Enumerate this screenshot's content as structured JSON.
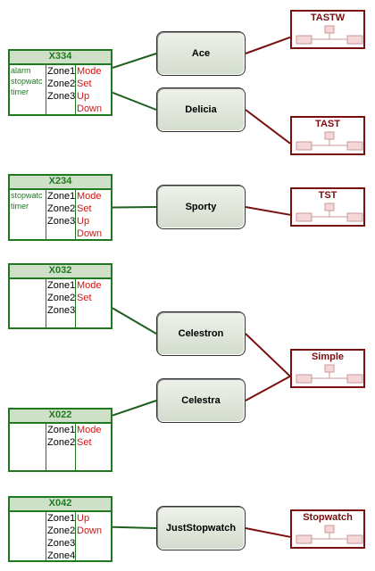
{
  "hardware": [
    {
      "id": "X334",
      "features": [
        "alarm",
        "stopwatc",
        "timer"
      ],
      "zones": [
        "Zone1",
        "Zone2",
        "Zone3"
      ],
      "buttons": [
        "Mode",
        "Set",
        "Up",
        "Down"
      ]
    },
    {
      "id": "X234",
      "features": [
        "stopwatc",
        "timer"
      ],
      "zones": [
        "Zone1",
        "Zone2",
        "Zone3"
      ],
      "buttons": [
        "Mode",
        "Set",
        "Up",
        "Down"
      ]
    },
    {
      "id": "X032",
      "features": [],
      "zones": [
        "Zone1",
        "Zone2",
        "Zone3"
      ],
      "buttons": [
        "Mode",
        "Set"
      ]
    },
    {
      "id": "X022",
      "features": [],
      "zones": [
        "Zone1",
        "Zone2"
      ],
      "buttons": [
        "Mode",
        "Set"
      ]
    },
    {
      "id": "X042",
      "features": [],
      "zones": [
        "Zone1",
        "Zone2",
        "Zone3",
        "Zone4"
      ],
      "buttons": [
        "Up",
        "Down"
      ]
    }
  ],
  "models": [
    "Ace",
    "Delicia",
    "Sporty",
    "Celestron",
    "Celestra",
    "JustStopwatch"
  ],
  "displays": [
    "TASTW",
    "TAST",
    "TST",
    "Simple",
    "Stopwatch"
  ],
  "links": {
    "hardware_to_model": [
      [
        "X334",
        "Ace"
      ],
      [
        "X334",
        "Delicia"
      ],
      [
        "X234",
        "Sporty"
      ],
      [
        "X032",
        "Celestron"
      ],
      [
        "X022",
        "Celestra"
      ],
      [
        "X042",
        "JustStopwatch"
      ]
    ],
    "model_to_display": [
      [
        "Ace",
        "TASTW"
      ],
      [
        "Delicia",
        "TAST"
      ],
      [
        "Sporty",
        "TST"
      ],
      [
        "Celestron",
        "Simple"
      ],
      [
        "Celestra",
        "Simple"
      ],
      [
        "JustStopwatch",
        "Stopwatch"
      ]
    ]
  },
  "colors": {
    "hardware": "#1f7a1f",
    "hardware_header": "#cfe0c9",
    "button_text": "#cc1a1a",
    "display": "#7a0f0f",
    "display_icon": "#f4d6d6",
    "model_fill": "#dfe6da",
    "wire_hw": "#1f5f1f",
    "wire_disp": "#7a0f0f"
  }
}
